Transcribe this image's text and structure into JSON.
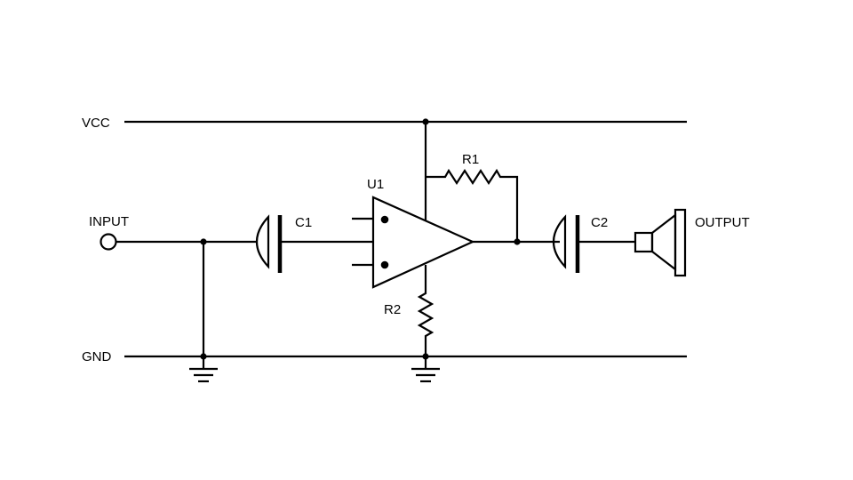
{
  "labels": {
    "vcc": "VCC",
    "gnd": "GND",
    "input": "INPUT",
    "output": "OUTPUT",
    "c1": "C1",
    "c2": "C2",
    "u1": "U1",
    "r1": "R1",
    "r2": "R2"
  },
  "colors": {
    "line": "#000000",
    "background": "#ffffff"
  }
}
